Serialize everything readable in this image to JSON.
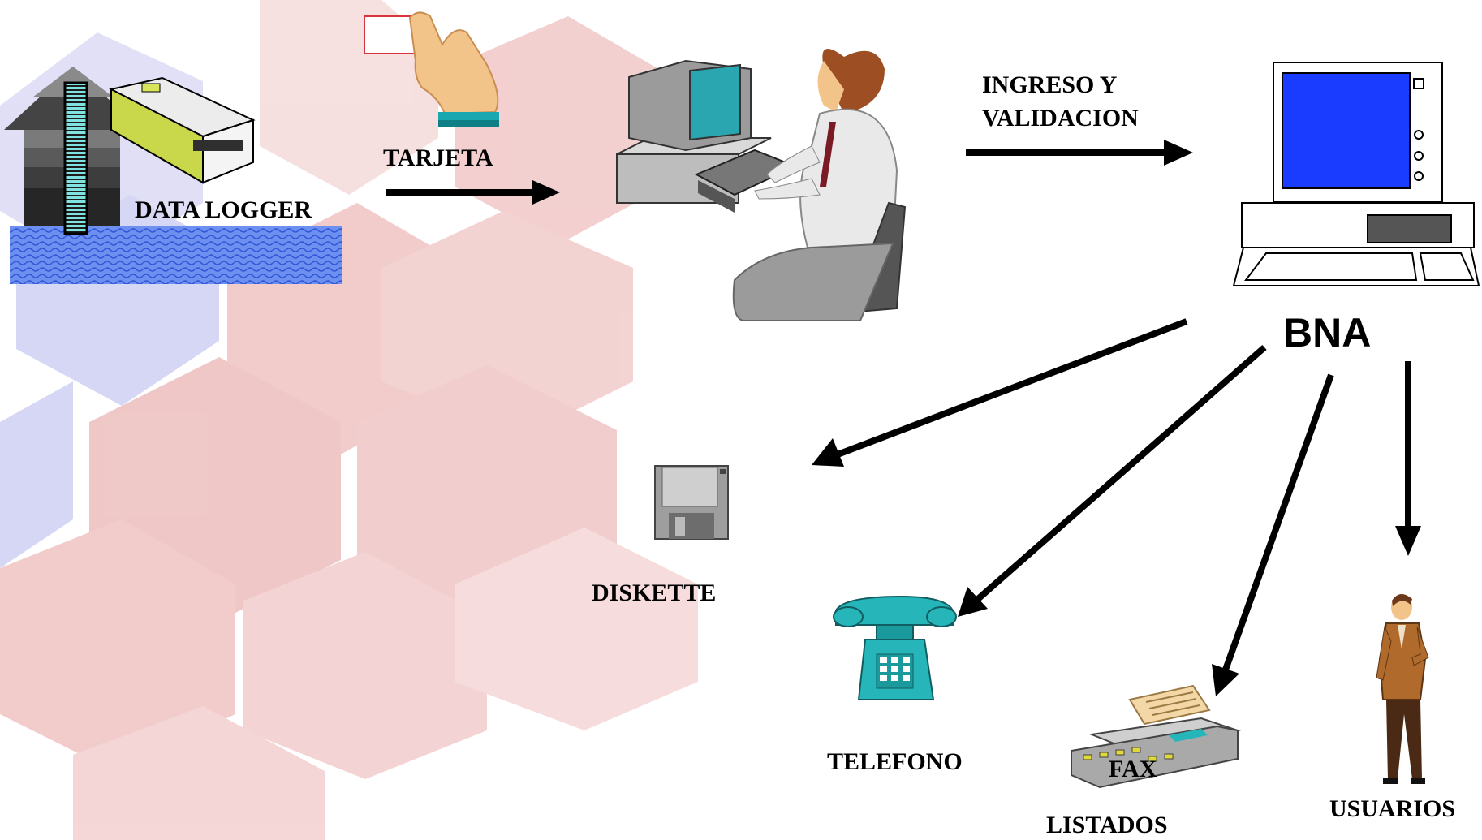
{
  "labels": {
    "data_logger": "DATA LOGGER",
    "tarjeta": "TARJETA",
    "ingreso_line1": "INGRESO Y",
    "ingreso_line2": "VALIDACION",
    "bna": "BNA",
    "diskette": "DISKETTE",
    "telefono": "TELEFONO",
    "fax": "FAX",
    "listados": "LISTADOS",
    "usuarios": "USUARIOS"
  },
  "icons": {
    "data_logger": "data-logger-icon",
    "card": "hand-holding-card-icon",
    "operator": "operator-at-computer-icon",
    "server": "bna-computer-icon",
    "diskette": "floppy-disk-icon",
    "telephone": "telephone-icon",
    "fax": "fax-machine-icon",
    "user": "user-person-icon"
  },
  "colors": {
    "background_red": "#e8a2a2",
    "background_blue": "#b4b8ec",
    "water": "#4f78e8",
    "monitor_screen": "#1a3cff",
    "operator_screen": "#2aa6b0",
    "phone": "#26b6b9"
  }
}
